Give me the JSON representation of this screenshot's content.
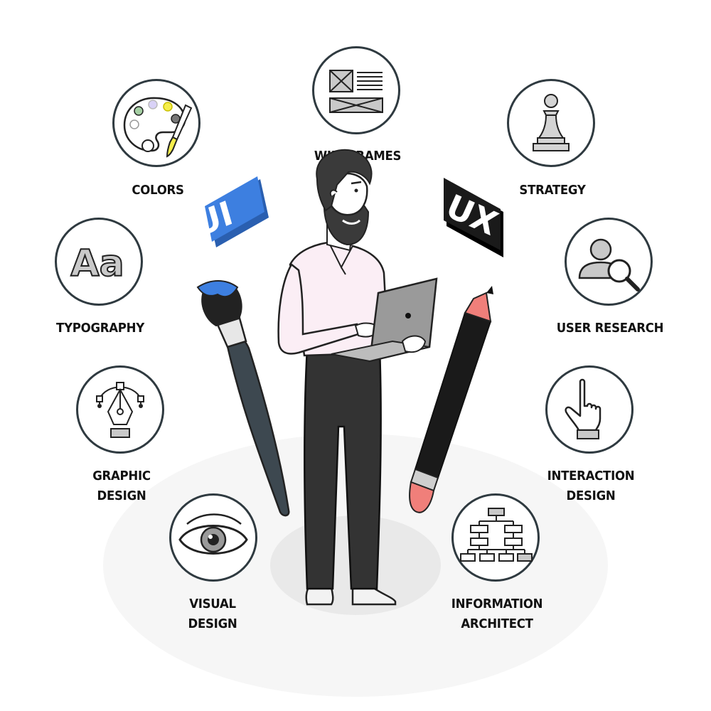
{
  "topics": {
    "wireframes": {
      "label": "WIREFRAMES"
    },
    "colors": {
      "label": "COLORS"
    },
    "strategy": {
      "label": "STRATEGY"
    },
    "typography": {
      "label": "TYPOGRAPHY",
      "glyph": "Aa"
    },
    "user_research": {
      "label": "USER RESEARCH"
    },
    "graphic_design": {
      "line1": "GRAPHIC",
      "line2": "DESIGN"
    },
    "interaction_design": {
      "line1": "INTERACTION",
      "line2": "DESIGN"
    },
    "visual_design": {
      "line1": "VISUAL",
      "line2": "DESIGN"
    },
    "information_architect": {
      "line1": "INFORMATION",
      "line2": "ARCHITECT"
    }
  },
  "badges": {
    "ui": "UI",
    "ux": "UX"
  },
  "colors": {
    "ui_blue": "#3d7fe0",
    "ux_black": "#1a1a1a",
    "outline": "#2f3a40",
    "shirt": "#fbeef5",
    "pants": "#333333",
    "laptop": "#9a9a9a",
    "pencil_tip": "#f07f7a",
    "brush_handle": "#3d4850",
    "brush_tip": "#3d7fe0"
  }
}
